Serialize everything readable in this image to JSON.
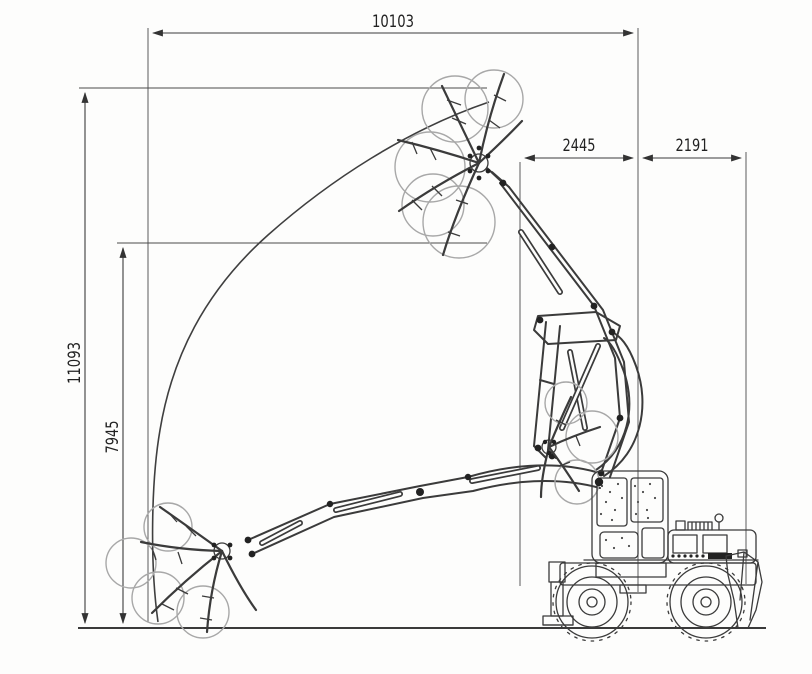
{
  "diagram": {
    "dimensions": {
      "max_reach": "10103",
      "upper_front": "2445",
      "upper_rear": "2191",
      "max_height": "11093",
      "mid_height": "7945"
    },
    "colors": {
      "line": "#3b3b3b",
      "light_line": "#a8a8a8",
      "background": "#fdfdfc"
    }
  }
}
